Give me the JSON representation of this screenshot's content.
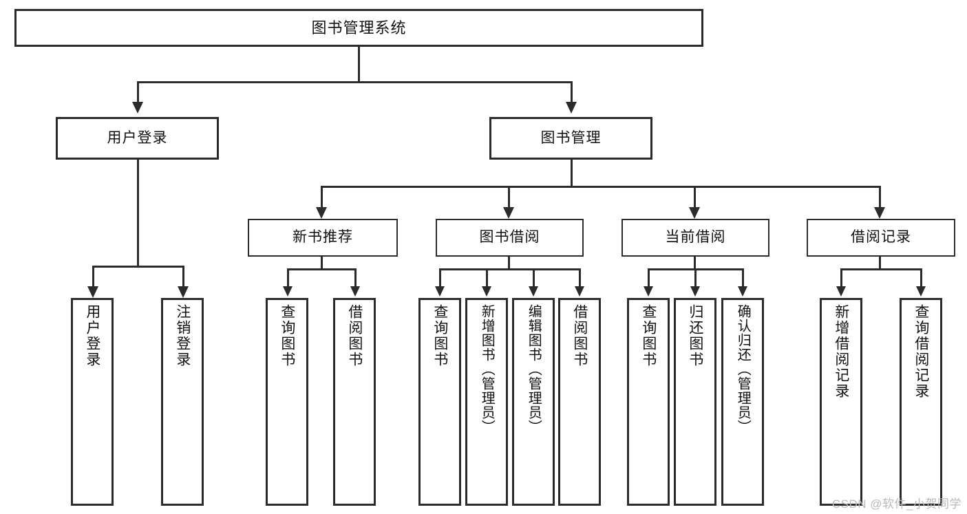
{
  "diagram": {
    "type": "tree",
    "title": "图书管理系统",
    "root": {
      "label": "图书管理系统"
    },
    "level1": [
      {
        "label": "用户登录"
      },
      {
        "label": "图书管理"
      }
    ],
    "level2": [
      {
        "label": "新书推荐"
      },
      {
        "label": "图书借阅"
      },
      {
        "label": "当前借阅"
      },
      {
        "label": "借阅记录"
      }
    ],
    "leaves": {
      "user_login": [
        {
          "label": "用户登录"
        },
        {
          "label": "注销登录"
        }
      ],
      "new_book_recommend": [
        {
          "label": "查询图书"
        },
        {
          "label": "借阅图书"
        }
      ],
      "book_borrow": [
        {
          "label": "查询图书"
        },
        {
          "label": "新增图书（管理员）"
        },
        {
          "label": "编辑图书（管理员）"
        },
        {
          "label": "借阅图书"
        }
      ],
      "current_borrow": [
        {
          "label": "查询图书"
        },
        {
          "label": "归还图书"
        },
        {
          "label": "确认归还（管理员）"
        }
      ],
      "borrow_record": [
        {
          "label": "新增借阅记录"
        },
        {
          "label": "查询借阅记录"
        }
      ]
    }
  },
  "watermark": {
    "text": "CSDN @软件_小贺同学"
  },
  "colors": {
    "stroke": "#2b2b2b",
    "background": "#ffffff",
    "text": "#111111",
    "watermark": "#b9b9b9"
  }
}
